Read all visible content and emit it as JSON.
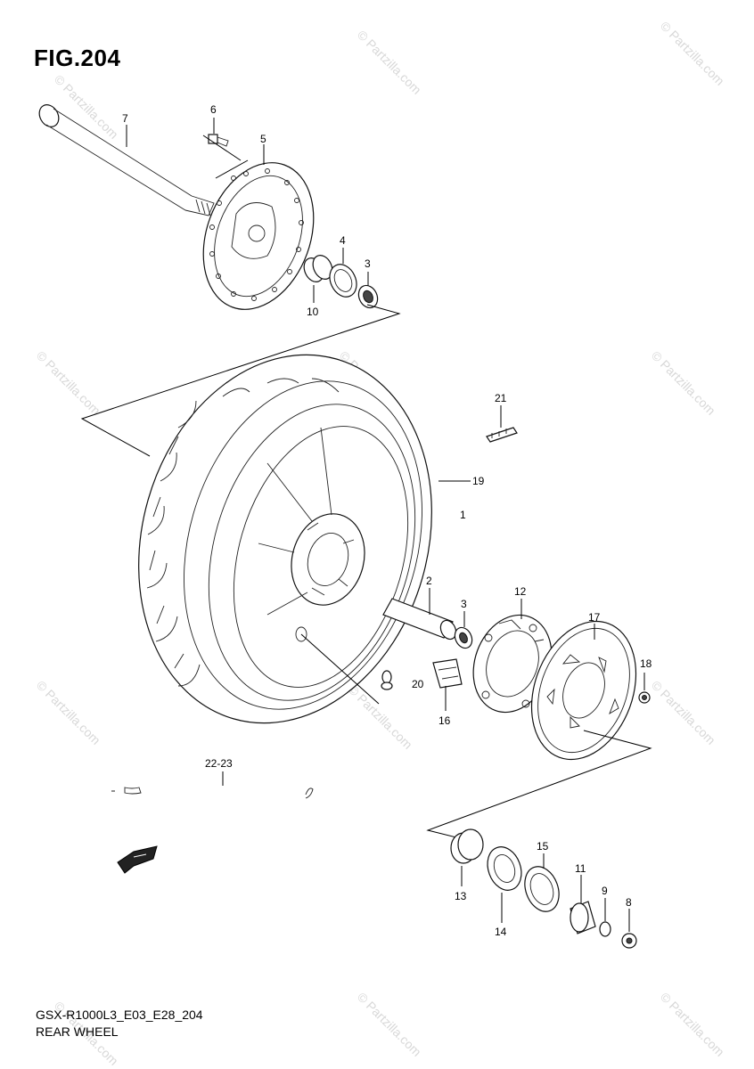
{
  "figure": {
    "title": "FIG.204",
    "model_code": "GSX-R1000L3_E03_E28_204",
    "section_title": "REAR WHEEL"
  },
  "watermark": {
    "text": "© Partzilla.com",
    "color": "#d8d8d8"
  },
  "callouts": [
    {
      "id": "label-7",
      "text": "7"
    },
    {
      "id": "label-6",
      "text": "6"
    },
    {
      "id": "label-5",
      "text": "5"
    },
    {
      "id": "label-4",
      "text": "4"
    },
    {
      "id": "label-3a",
      "text": "3"
    },
    {
      "id": "label-10",
      "text": "10"
    },
    {
      "id": "label-21",
      "text": "21"
    },
    {
      "id": "label-19",
      "text": "19"
    },
    {
      "id": "label-1",
      "text": "1"
    },
    {
      "id": "label-2",
      "text": "2"
    },
    {
      "id": "label-3b",
      "text": "3"
    },
    {
      "id": "label-12",
      "text": "12"
    },
    {
      "id": "label-17",
      "text": "17"
    },
    {
      "id": "label-18",
      "text": "18"
    },
    {
      "id": "label-20",
      "text": "20"
    },
    {
      "id": "label-16",
      "text": "16"
    },
    {
      "id": "label-22-23",
      "text": "22-23"
    },
    {
      "id": "label-15",
      "text": "15"
    },
    {
      "id": "label-11",
      "text": "11"
    },
    {
      "id": "label-9",
      "text": "9"
    },
    {
      "id": "label-8",
      "text": "8"
    },
    {
      "id": "label-13",
      "text": "13"
    },
    {
      "id": "label-14",
      "text": "14"
    }
  ],
  "icons": {
    "front_arrow": "front-direction-arrow-icon"
  }
}
